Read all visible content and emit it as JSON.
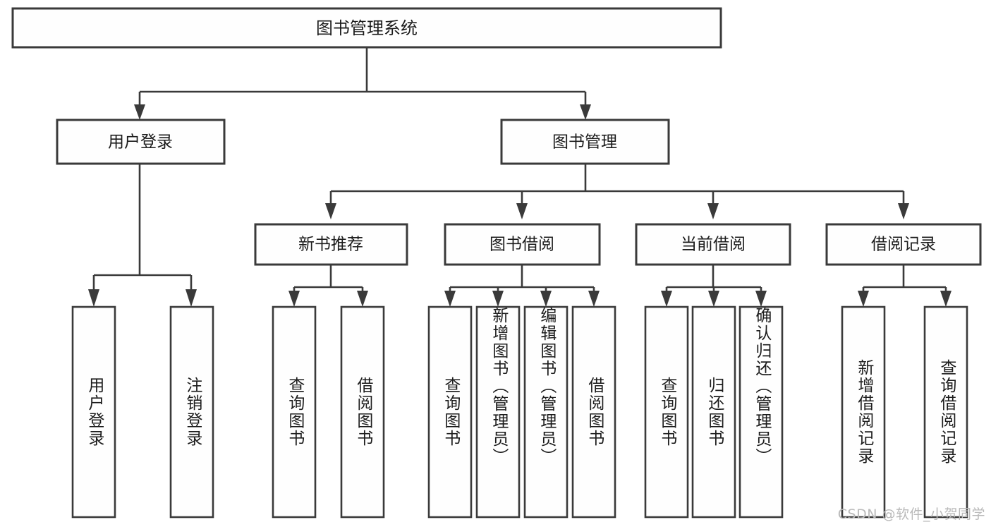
{
  "diagram": {
    "title": "图书管理系统",
    "type": "tree-hierarchy-flowchart",
    "watermark": "CSDN @软件_小贺同学",
    "colors": {
      "box_stroke": "#3a3a3a",
      "box_fill": "#fefefe",
      "text": "#1c1c1c",
      "watermark": "#b9b9b9",
      "background": "#ffffff"
    },
    "root": {
      "label": "图书管理系统"
    },
    "level2": [
      {
        "label": "用户登录"
      },
      {
        "label": "图书管理"
      }
    ],
    "level3": [
      {
        "label": "新书推荐"
      },
      {
        "label": "图书借阅"
      },
      {
        "label": "当前借阅"
      },
      {
        "label": "借阅记录"
      }
    ],
    "leaves": {
      "user_login": [
        {
          "label": "用户登录"
        },
        {
          "label": "注销登录"
        }
      ],
      "new_book_recommend": [
        {
          "label": "查询图书"
        },
        {
          "label": "借阅图书"
        }
      ],
      "book_borrow": [
        {
          "label": "查询图书"
        },
        {
          "label": "新增图书（管理员）"
        },
        {
          "label": "编辑图书（管理员）"
        },
        {
          "label": "借阅图书"
        }
      ],
      "current_borrow": [
        {
          "label": "查询图书"
        },
        {
          "label": "归还图书"
        },
        {
          "label": "确认归还（管理员）"
        }
      ],
      "borrow_record": [
        {
          "label": "新增借阅记录"
        },
        {
          "label": "查询借阅记录"
        }
      ]
    }
  }
}
